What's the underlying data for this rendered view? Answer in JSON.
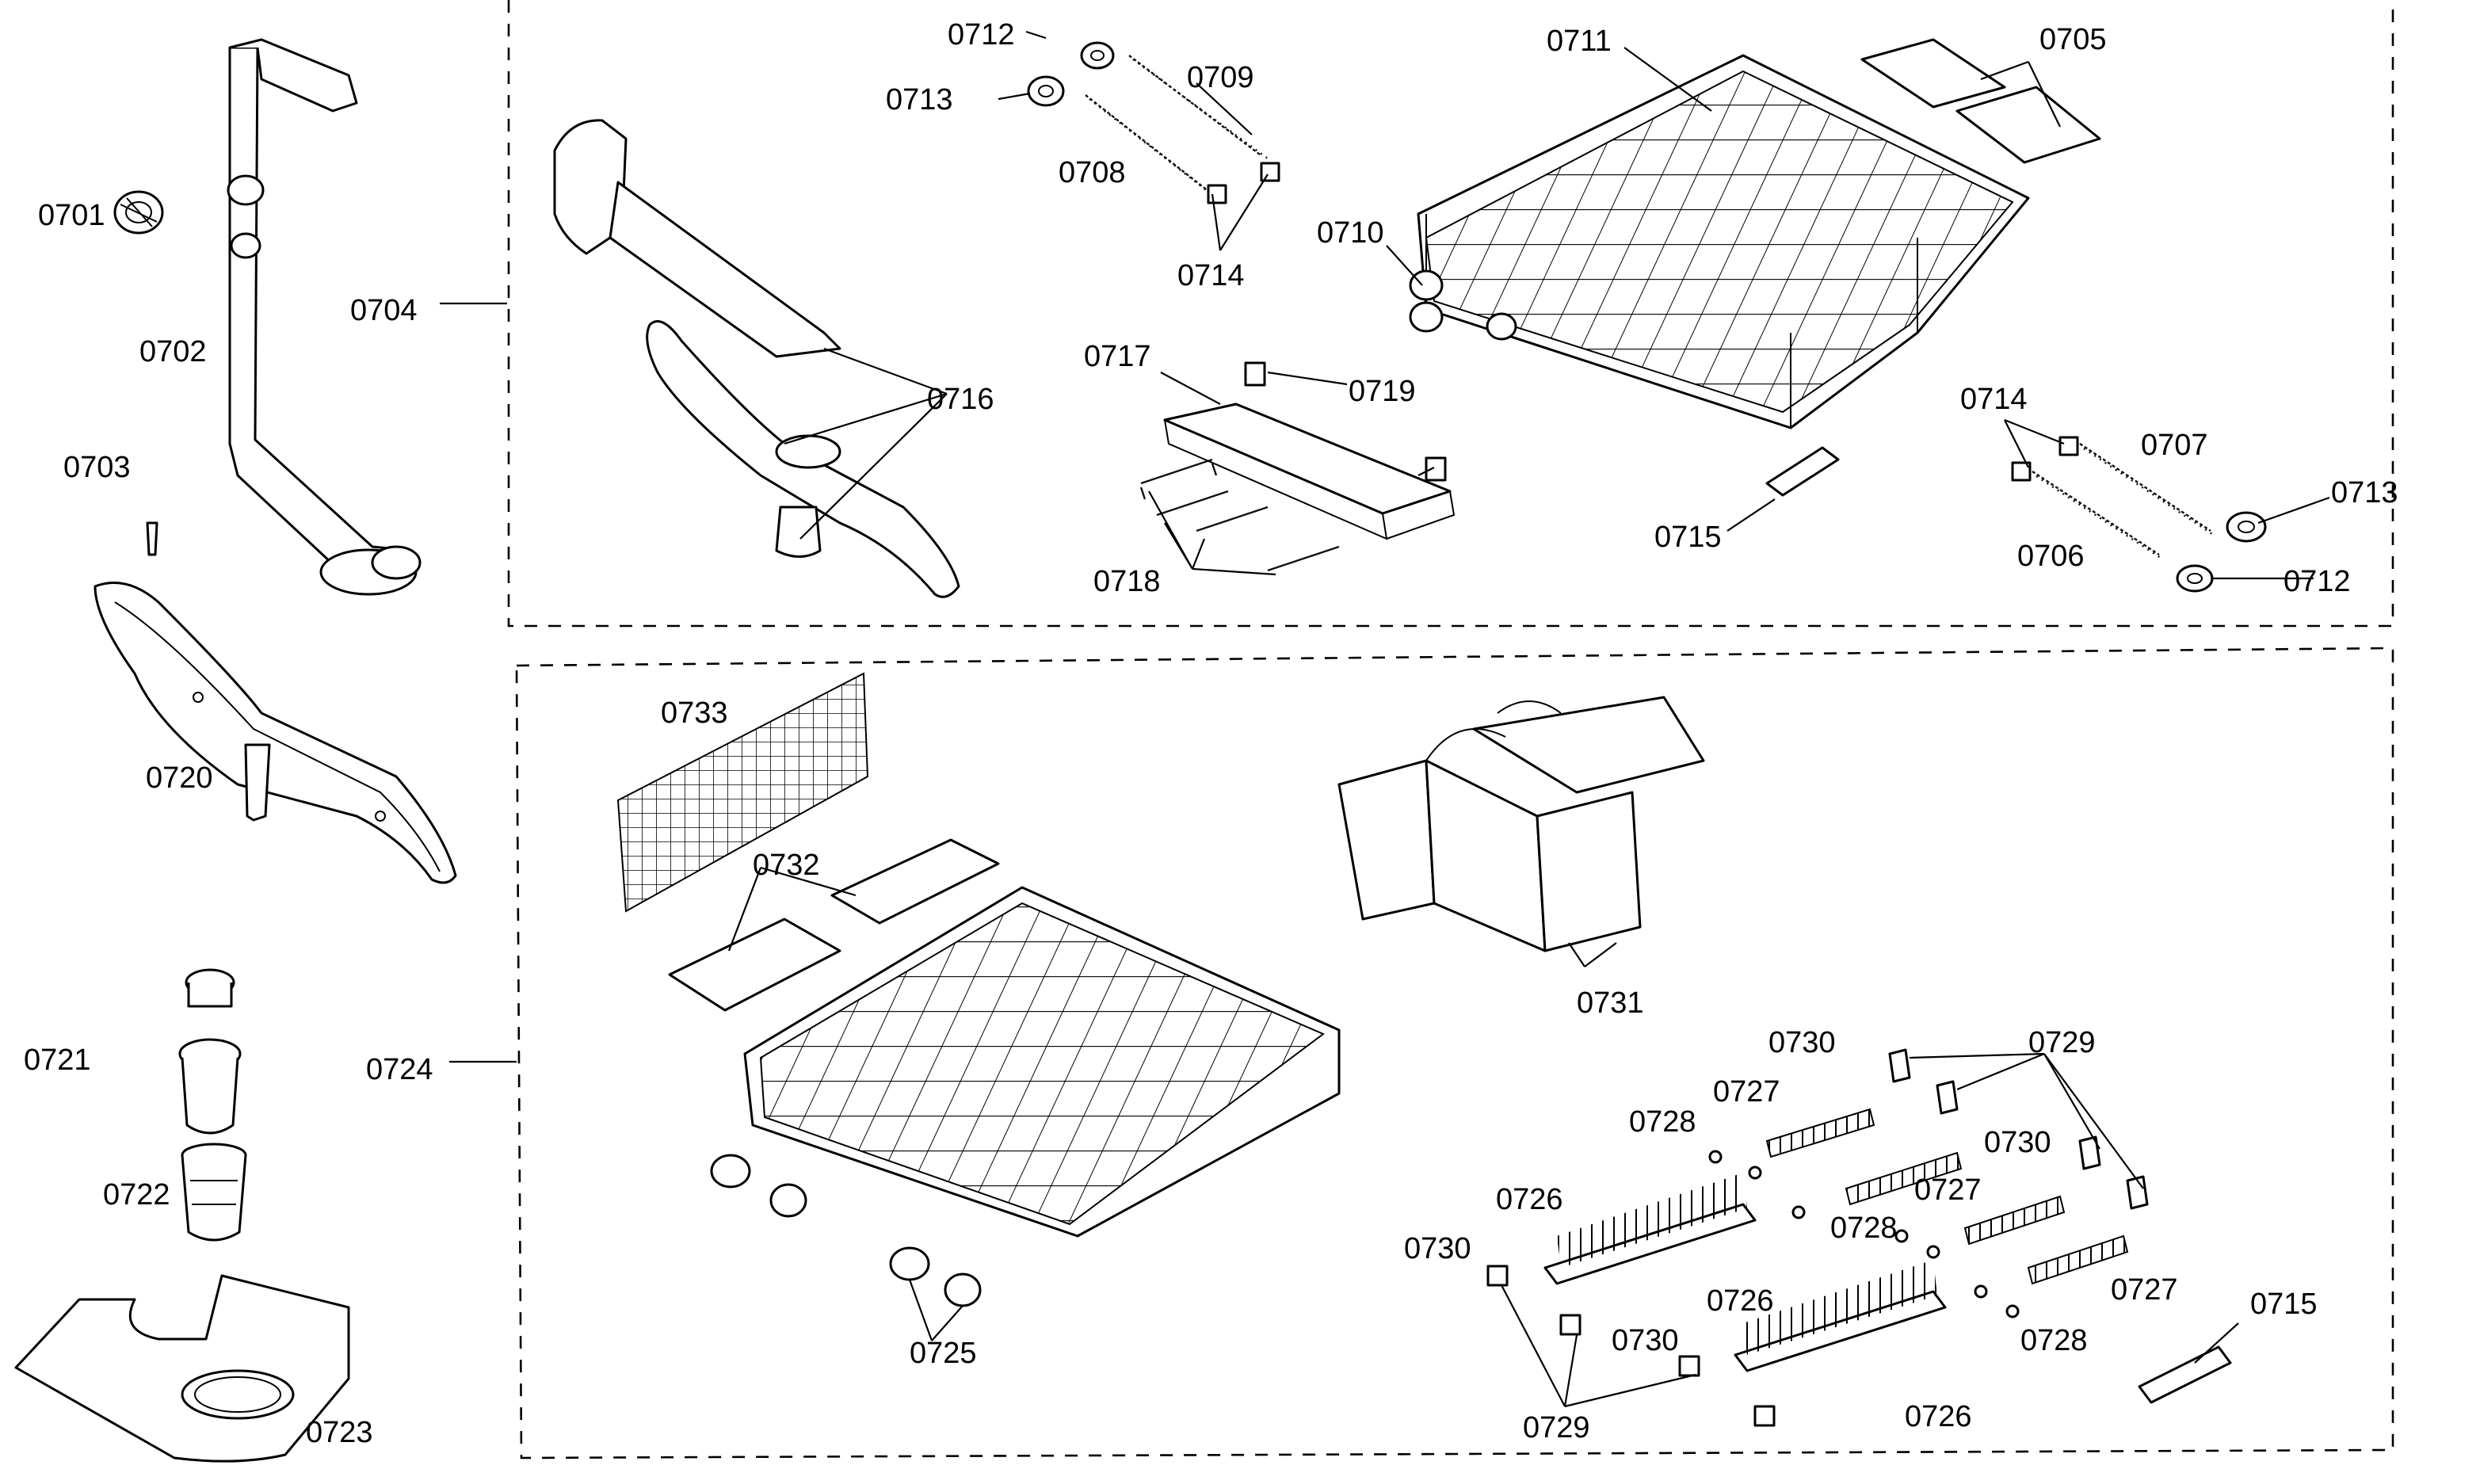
{
  "diagram": {
    "callouts": {
      "c0701": "0701",
      "c0702": "0702",
      "c0703": "0703",
      "c0704": "0704",
      "c0705": "0705",
      "c0706": "0706",
      "c0707": "0707",
      "c0708": "0708",
      "c0709": "0709",
      "c0710": "0710",
      "c0711": "0711",
      "c0712a": "0712",
      "c0712b": "0712",
      "c0713a": "0713",
      "c0713b": "0713",
      "c0714a": "0714",
      "c0714b": "0714",
      "c0715a": "0715",
      "c0715b": "0715",
      "c0716": "0716",
      "c0717": "0717",
      "c0718": "0718",
      "c0719": "0719",
      "c0720": "0720",
      "c0721": "0721",
      "c0722": "0722",
      "c0723": "0723",
      "c0724": "0724",
      "c0725": "0725",
      "c0726a": "0726",
      "c0726b": "0726",
      "c0726c": "0726",
      "c0727a": "0727",
      "c0727b": "0727",
      "c0727c": "0727",
      "c0728a": "0728",
      "c0728b": "0728",
      "c0728c": "0728",
      "c0729a": "0729",
      "c0729b": "0729",
      "c0730a": "0730",
      "c0730b": "0730",
      "c0730c": "0730",
      "c0730d": "0730",
      "c0731": "0731",
      "c0732": "0732",
      "c0733": "0733"
    }
  }
}
